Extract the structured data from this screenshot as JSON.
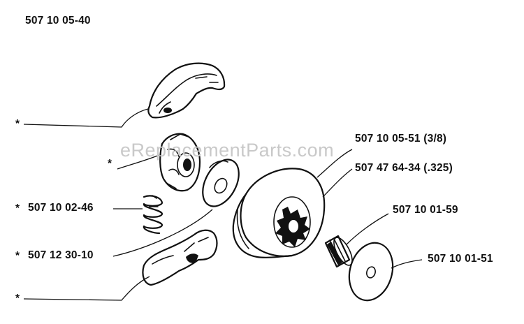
{
  "diagram": {
    "header_part_number": "507 10 05-40",
    "watermark": "eReplacementParts.com",
    "labels": {
      "shoe_top": "*",
      "clutch_center": "*",
      "spring": "507 10 02-46",
      "washer": "507 12 30-10",
      "shoe_bottom": "*",
      "drum_38": "507 10 05-51 (3/8)",
      "drum_325": "507 47 64-34 (.325)",
      "needle_bearing": "507 10 01-59",
      "outer_washer": "507 10 01-51"
    },
    "spring_asterisk": "*",
    "washer_asterisk": "*",
    "ink_color": "#111111",
    "watermark_color": "#c9c9c9"
  }
}
